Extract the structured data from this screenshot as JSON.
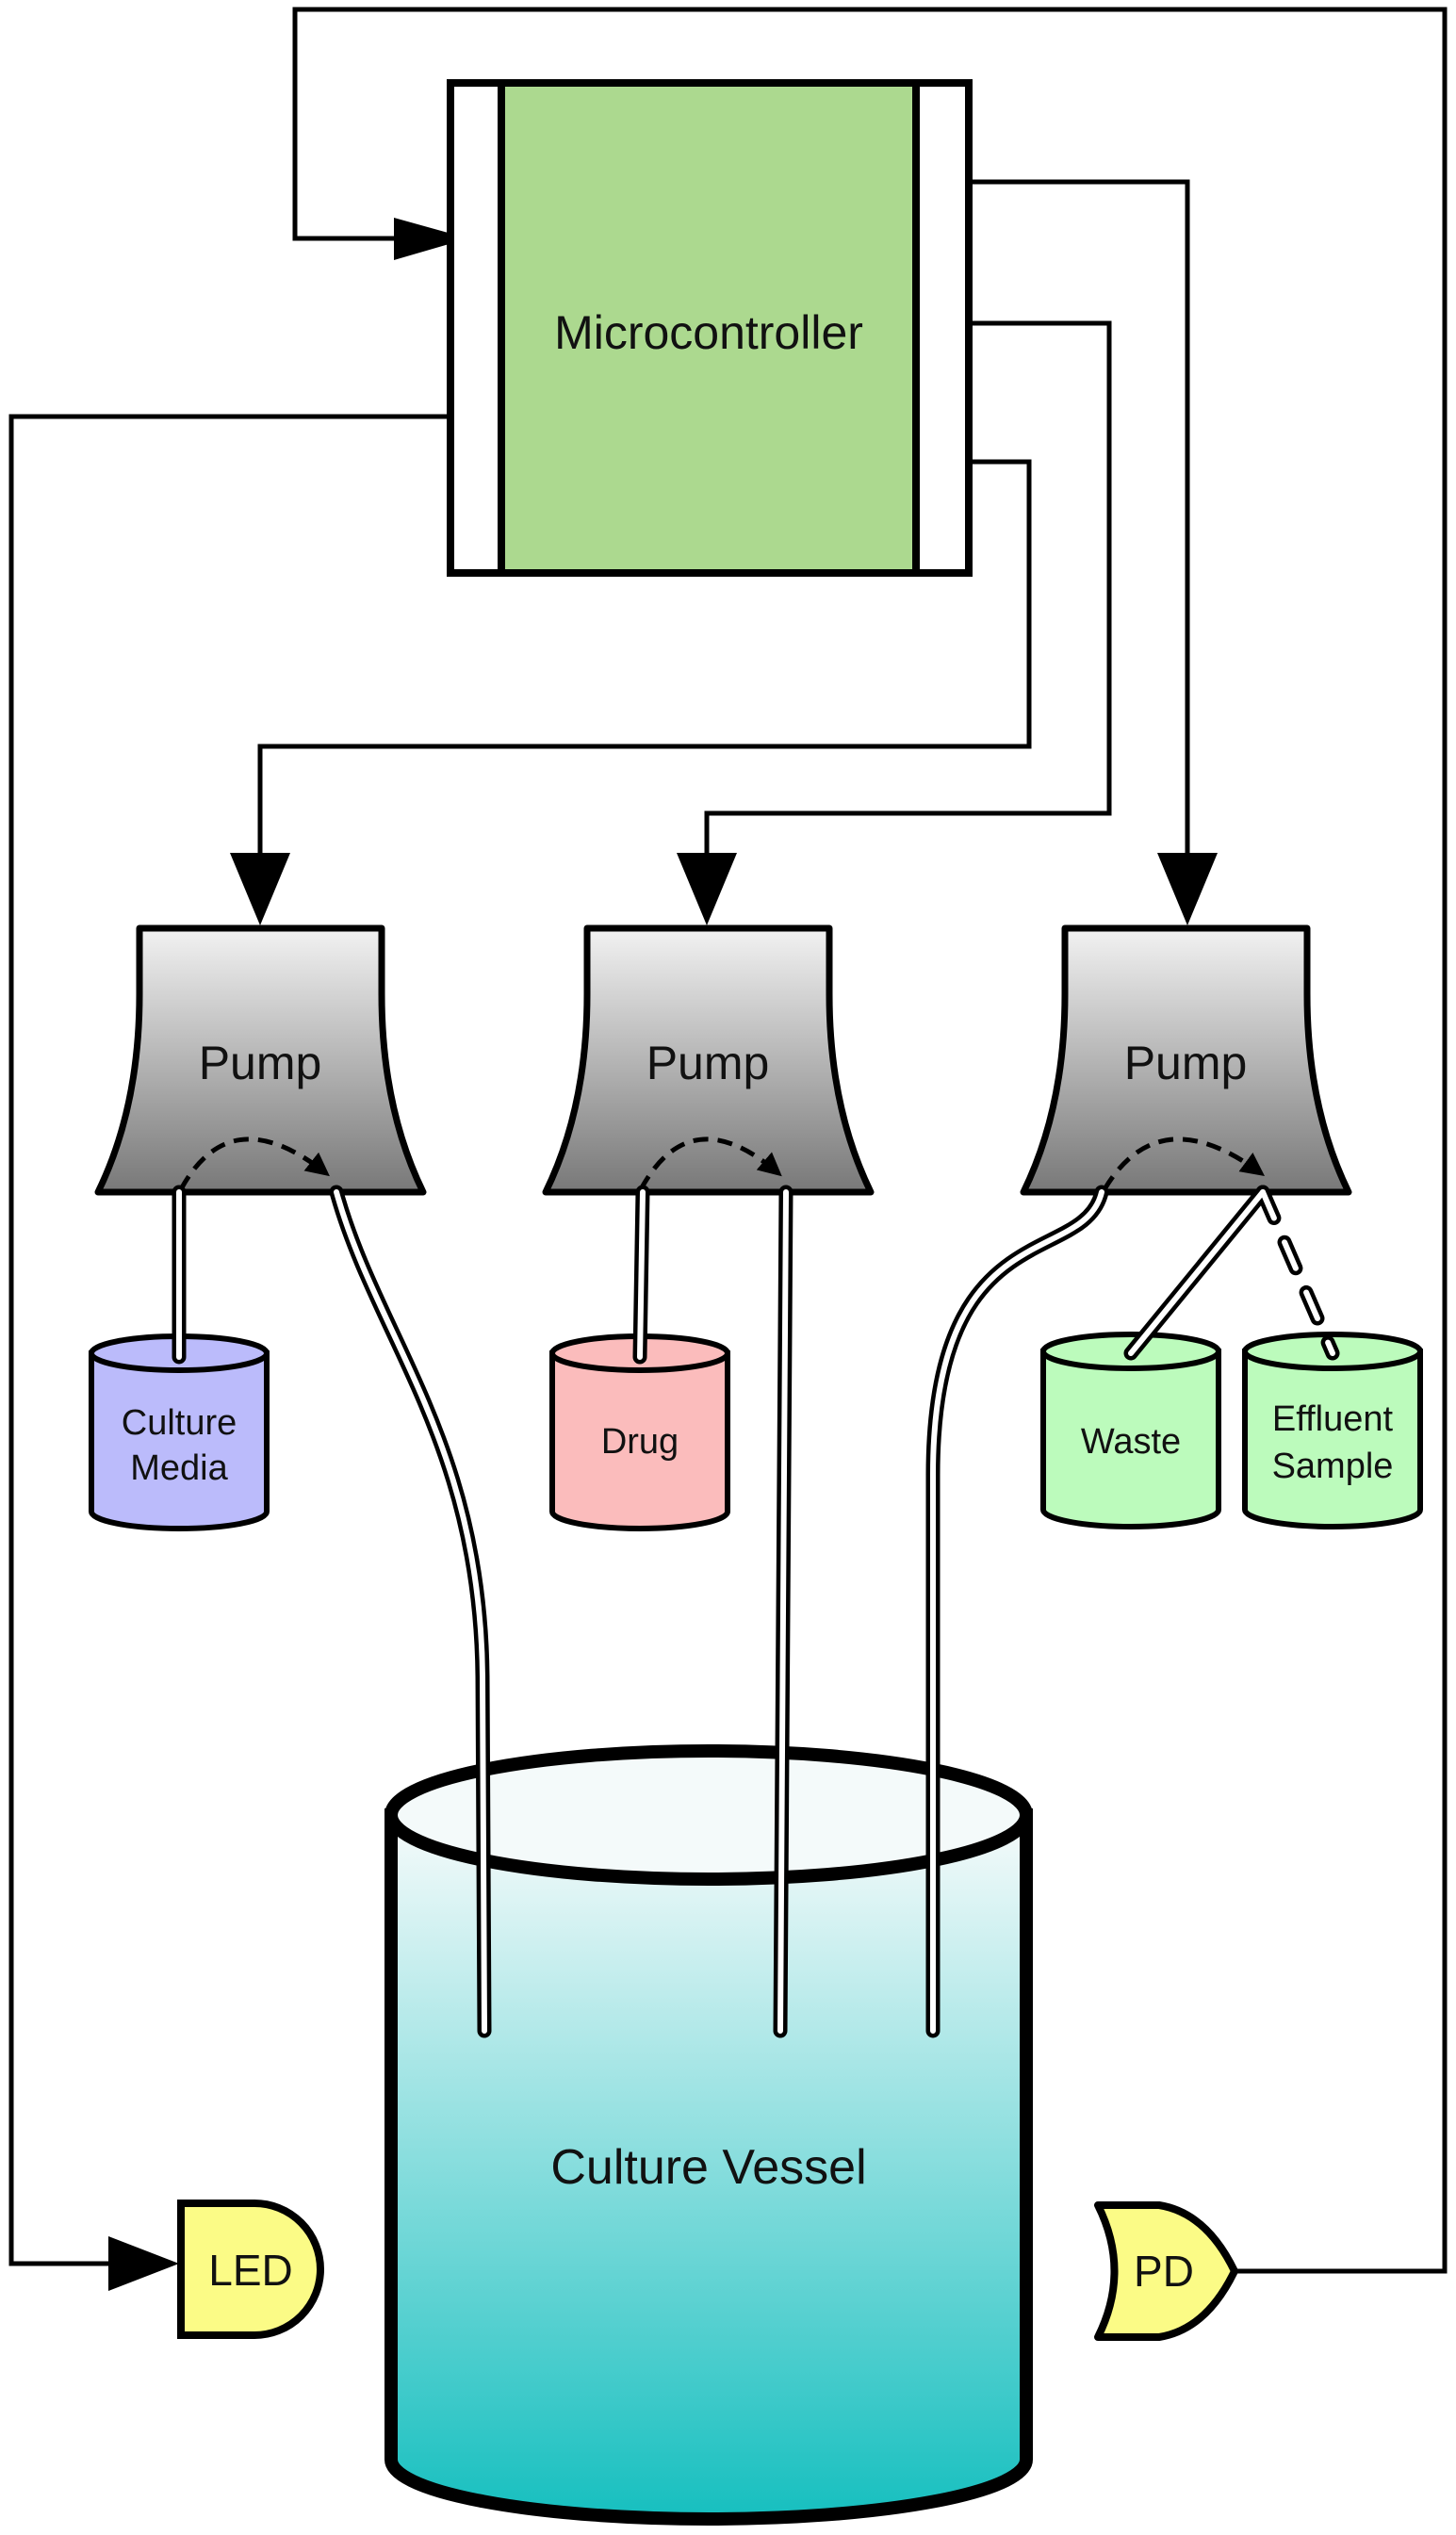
{
  "microcontroller": {
    "label": "Microcontroller",
    "fill": "#acd98f"
  },
  "pumps": [
    {
      "label": "Pump"
    },
    {
      "label": "Pump"
    },
    {
      "label": "Pump"
    }
  ],
  "reservoirs": {
    "culture_media": {
      "line1": "Culture",
      "line2": "Media",
      "fill": "#bbbbfb"
    },
    "drug": {
      "label": "Drug",
      "fill": "#fbbcbc"
    },
    "waste": {
      "label": "Waste",
      "fill": "#bcfbbc"
    },
    "effluent_sample": {
      "line1": "Effluent",
      "line2": "Sample",
      "fill": "#bcfbbc"
    }
  },
  "vessel": {
    "label": "Culture Vessel",
    "fill_top": "#f7fbfb",
    "fill_bottom": "#16bfbf"
  },
  "led": {
    "label": "LED",
    "fill": "#fbfb86"
  },
  "photodiode": {
    "label": "PD",
    "fill": "#fbfb86"
  },
  "pump_gradient": {
    "top": "#f2f2f2",
    "bottom": "#787878"
  }
}
